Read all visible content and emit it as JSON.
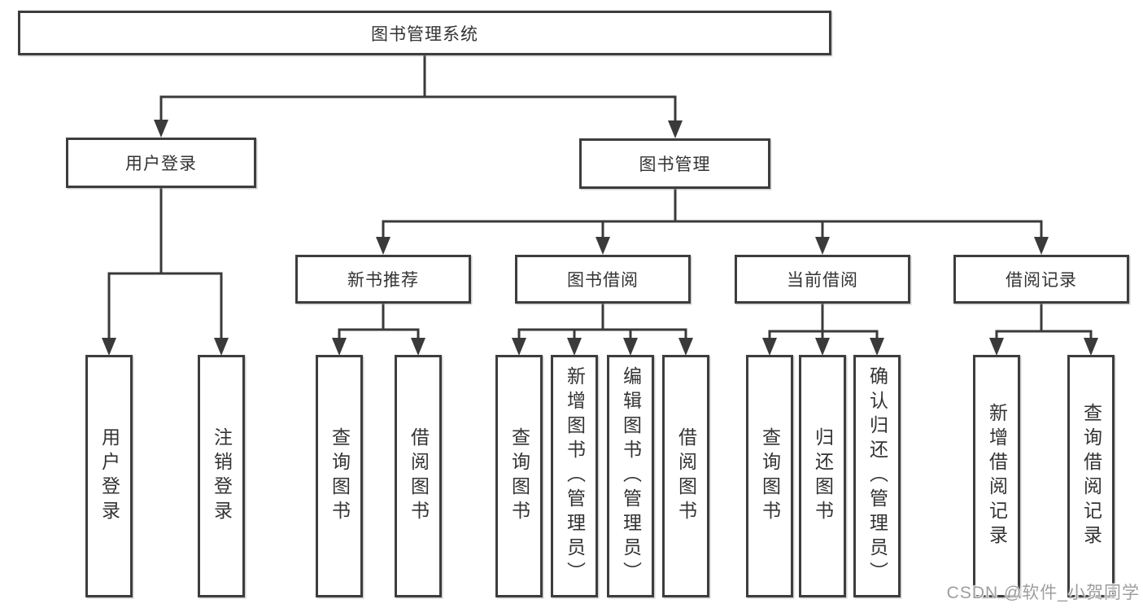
{
  "diagram": {
    "root": {
      "label": "图书管理系统"
    },
    "branches": [
      {
        "label": "用户登录",
        "children": [
          {
            "label": "用户登录"
          },
          {
            "label": "注销登录"
          }
        ]
      },
      {
        "label": "图书管理",
        "children": [
          {
            "label": "新书推荐",
            "children": [
              {
                "label": "查询图书"
              },
              {
                "label": "借阅图书"
              }
            ]
          },
          {
            "label": "图书借阅",
            "children": [
              {
                "label": "查询图书"
              },
              {
                "label": "新增图书（管理员）"
              },
              {
                "label": "编辑图书（管理员）"
              },
              {
                "label": "借阅图书"
              }
            ]
          },
          {
            "label": "当前借阅",
            "children": [
              {
                "label": "查询图书"
              },
              {
                "label": "归还图书"
              },
              {
                "label": "确认归还（管理员）"
              }
            ]
          },
          {
            "label": "借阅记录",
            "children": [
              {
                "label": "新增借阅记录"
              },
              {
                "label": "查询借阅记录"
              }
            ]
          }
        ]
      }
    ]
  },
  "watermark": "CSDN @软件_小贺同学",
  "colors": {
    "line": "#3a3a3a",
    "box_border": "#3d3d3d",
    "text": "#333333",
    "watermark": "#9e9e9e",
    "background": "#ffffff"
  }
}
